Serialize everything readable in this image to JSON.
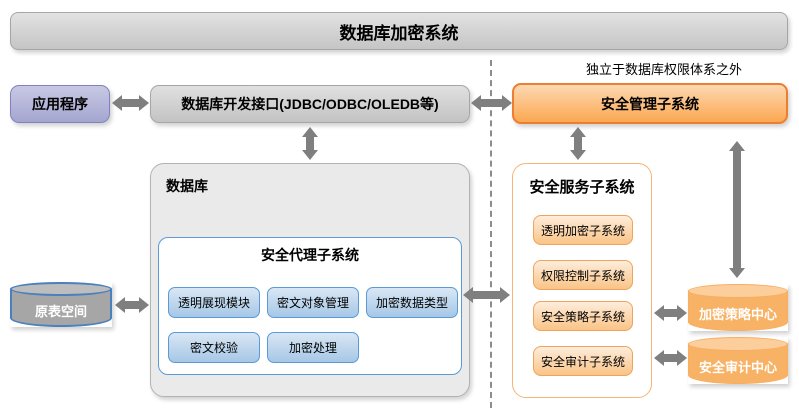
{
  "banner": {
    "title": "数据库加密系统"
  },
  "left": {
    "app": "应用程序",
    "interface": "数据库开发接口(JDBC/ODBC/OLEDB等)",
    "tablespace": "原表空间"
  },
  "database": {
    "label": "数据库",
    "agent": {
      "title": "安全代理子系统",
      "modules": [
        "透明展现模块",
        "密文对象管理",
        "加密数据类型",
        "密文校验",
        "加密处理"
      ]
    }
  },
  "right": {
    "note": "独立于数据库权限体系之外",
    "management": "安全管理子系统",
    "service": {
      "title": "安全服务子系统",
      "items": [
        "透明加密子系统",
        "权限控制子系统",
        "安全策略子系统",
        "安全审计子系统"
      ]
    },
    "policy_center": "加密策略中心",
    "audit_center": "安全审计中心"
  },
  "colors": {
    "arrow_gray": "#7f7f7f",
    "orange_border": "#ed7d31",
    "orange_fill": "#f8b266",
    "blue_border": "#5b9bd5",
    "blue_fill": "#a6c7e7",
    "gray_border": "#a6a6a6",
    "purple_fill": "#a5a6d0",
    "purple_border": "#8182bd"
  }
}
